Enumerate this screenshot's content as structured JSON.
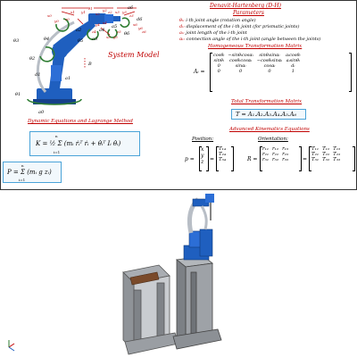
{
  "colors": {
    "accent_red": "#c00000",
    "accent_blue": "#4aa3d8",
    "robot_blue": "#1f5fbf",
    "robot_gray": "#b8bec6",
    "pedestal": "#8a8f95",
    "table_brown": "#7a4a2a",
    "joint_green": "#2e7d32"
  },
  "diagram": {
    "system_model_label": "System Model",
    "joint_labels": [
      "θ1",
      "θ2",
      "θ3",
      "θ4",
      "θ5",
      "θ6"
    ],
    "link_labels": [
      "a0",
      "a1",
      "a2",
      "a3",
      "a4",
      "a5",
      "a6"
    ],
    "dim_labels": [
      "d1",
      "d6"
    ],
    "axis_labels": [
      "x0",
      "y0",
      "z0",
      "x1",
      "y1",
      "z1",
      "x2",
      "y2",
      "z2",
      "x3",
      "y3",
      "z3",
      "x4",
      "y4",
      "z4",
      "x5",
      "y5",
      "z5",
      "x6",
      "y6",
      "z6"
    ],
    "pedestal_label": "B"
  },
  "dh": {
    "title": "Denavit-Hartenberg (D-H)",
    "subtitle": "Parameters",
    "params": [
      {
        "sym": "θᵢ:",
        "desc": "i-th joint angle (rotation angle)"
      },
      {
        "sym": "dᵢ:",
        "desc": "displacement of the i-th joint (for prismatic joints)"
      },
      {
        "sym": "aᵢ:",
        "desc": "joint length of the i-th joint"
      },
      {
        "sym": "αᵢ:",
        "desc": "connection angle of the i-th joint (angle between the joints)"
      }
    ],
    "homogeneous_title": "Homogeneous Transformation Matrix",
    "matrix_lhs": "Aᵢ =",
    "matrix_rows": [
      [
        "cosθᵢ",
        "−sinθᵢcosαᵢ",
        "sinθᵢsinαᵢ",
        "aᵢcosθᵢ"
      ],
      [
        "sinθᵢ",
        "cosθᵢcosαᵢ",
        "−cosθᵢsinαᵢ",
        "aᵢsinθᵢ"
      ],
      [
        "0",
        "sinαᵢ",
        "cosαᵢ",
        "dᵢ"
      ],
      [
        "0",
        "0",
        "0",
        "1"
      ]
    ],
    "total_title": "Total Transformation Matrix",
    "total_eq": "T = A₁.A₂.A₃.A₄.A₅.A₆"
  },
  "kinematics": {
    "title": "Advanced Kinematics Equations",
    "position_label": "Position:",
    "orientation_label": "Orientation:",
    "p_lhs": "p =",
    "p_vec": [
      "x",
      "y",
      "z"
    ],
    "p_rhs": [
      "T₁₄",
      "T₂₄",
      "T₃₄"
    ],
    "r_lhs": "R =",
    "r_mat": [
      [
        "r₁₁",
        "r₁₂",
        "r₁₃"
      ],
      [
        "r₂₁",
        "r₂₂",
        "r₂₃"
      ],
      [
        "r₃₁",
        "r₃₂",
        "r₃₃"
      ]
    ],
    "t_mat": [
      [
        "T₁₁",
        "T₁₂",
        "T₁₃"
      ],
      [
        "T₂₁",
        "T₂₂",
        "T₂₃"
      ],
      [
        "T₃₁",
        "T₃₂",
        "T₃₃"
      ]
    ]
  },
  "dynamics": {
    "title": "Dynamic Equations and Lagrange Method",
    "k_eq": "K = ½ Σ (mᵢ ṙᵢᵀ ṙᵢ + θ̇ᵢᵀ Iᵢ θ̇ᵢ)",
    "k_sum_top": "n",
    "k_sum_bot": "i=1",
    "p_eq": "P = Σ (mᵢ g zᵢ)",
    "p_sum_top": "n",
    "p_sum_bot": "i=1"
  }
}
